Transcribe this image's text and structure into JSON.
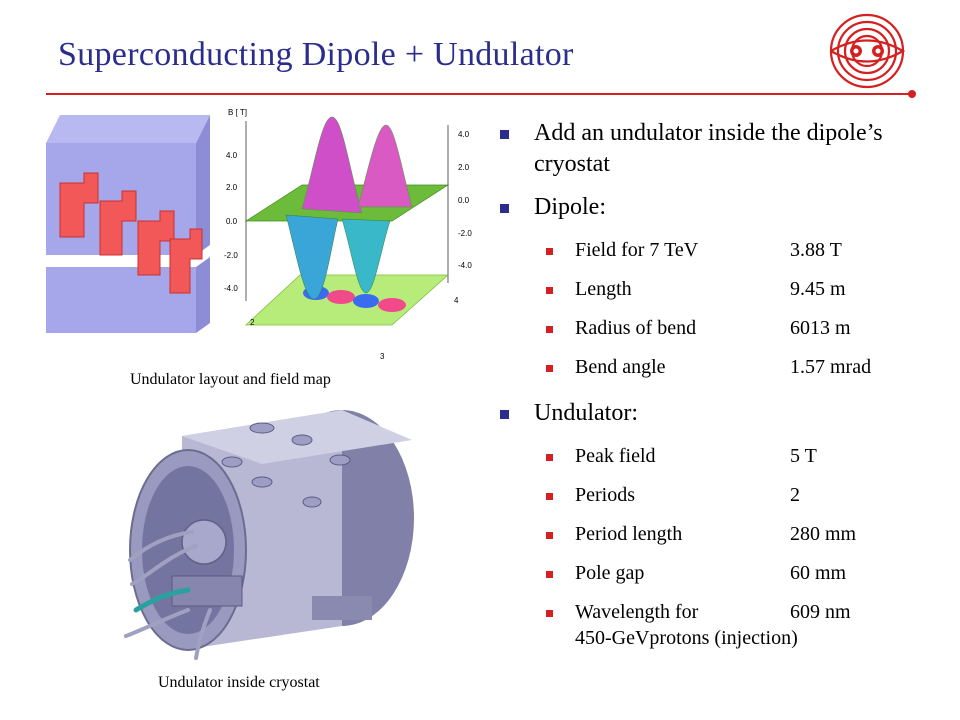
{
  "title": "Superconducting Dipole + Undulator",
  "captions": {
    "top_figure": "Undulator layout and field map",
    "bottom_figure": "Undulator inside cryostat"
  },
  "field_map": {
    "axis_title": "B [ T]",
    "left_ticks": [
      "4.0",
      "2.0",
      "0.0",
      "-2.0",
      "-4.0"
    ],
    "right_ticks": [
      "4.0",
      "2.0",
      "0.0",
      "-2.0",
      "-4.0"
    ],
    "base_ticks": [
      "2",
      "3",
      "4"
    ]
  },
  "bullets": {
    "intro": "Add an undulator inside the dipole’s cryostat",
    "dipole_heading": "Dipole:",
    "dipole_items": [
      {
        "label": "Field for 7 TeV",
        "value": "3.88 T"
      },
      {
        "label": "Length",
        "value": "9.45 m"
      },
      {
        "label": "Radius of bend",
        "value": "6013 m"
      },
      {
        "label": "Bend angle",
        "value": "1.57 mrad"
      }
    ],
    "undulator_heading": "Undulator:",
    "undulator_items": [
      {
        "label": "Peak field",
        "value": "5 T"
      },
      {
        "label": "Periods",
        "value": "2"
      },
      {
        "label": "Period length",
        "value": "280 mm"
      },
      {
        "label": "Pole gap",
        "value": "60 mm"
      }
    ],
    "wavelength": {
      "label": "Wavelength for",
      "value": "609 nm",
      "continuation": "450-GeVprotons (injection)"
    }
  },
  "colors": {
    "title": "#2b2d8c",
    "accent_red": "#d42020",
    "bullet_blue": "#2b2d8c"
  }
}
